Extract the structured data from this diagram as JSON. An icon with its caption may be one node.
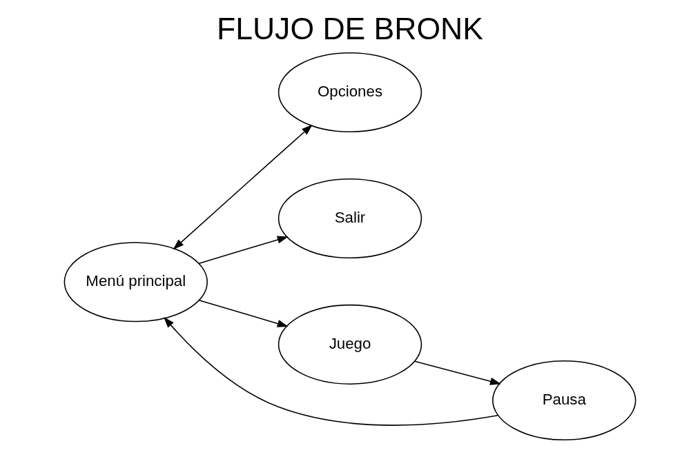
{
  "diagram": {
    "title": "FLUJO DE BRONK",
    "nodes": [
      {
        "text": [
          "Opciones"
        ]
      },
      {
        "text": [
          "Salir"
        ]
      },
      {
        "text": [
          "Menú principal"
        ]
      },
      {
        "text": [
          "Juego"
        ]
      },
      {
        "text": [
          "Pausa"
        ]
      }
    ],
    "edges": [
      {
        "from": 2,
        "to": 0,
        "arrow": "both"
      },
      {
        "from": 2,
        "to": 1,
        "arrow": "to"
      },
      {
        "from": 2,
        "to": 3,
        "arrow": "to"
      },
      {
        "from": 3,
        "to": 4,
        "arrow": "to"
      },
      {
        "from": 4,
        "to": 2,
        "arrow": "to"
      }
    ]
  }
}
